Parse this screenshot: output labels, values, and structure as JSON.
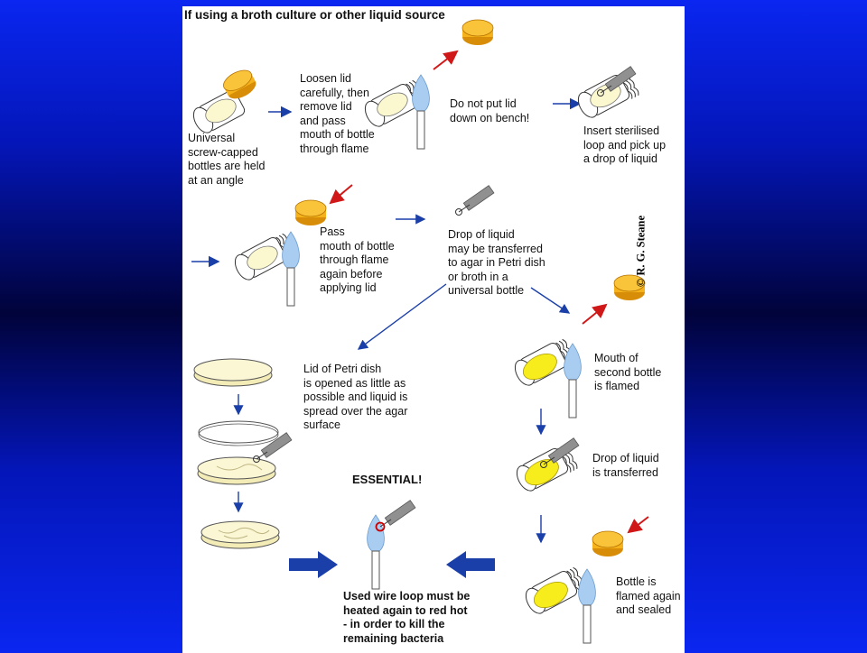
{
  "diagram": {
    "title": "If using a broth culture or other liquid source",
    "copyright": "© R. G. Steane",
    "colors": {
      "background_blue": "#0a26f0",
      "arrow_blue": "#1a3fa8",
      "arrow_red": "#d01818",
      "bottle_outline": "#333333",
      "pale_liquid": "#fbf8cf",
      "yellow_liquid": "#f7ec1c",
      "cap_orange": "#f5b21a",
      "flame_blue": "#a9cdf0",
      "loop_red": "#cc0000"
    },
    "labels": {
      "held_at_angle": "Universal\nscrew-capped\nbottles are held\nat an angle",
      "loosen_lid": "Loosen lid\ncarefully, then\nremove lid\nand pass\nmouth of bottle\nthrough flame",
      "do_not_put_lid": "Do not put lid\ndown on bench!",
      "insert_loop": "Insert sterilised\nloop and pick up\na drop of liquid",
      "pass_mouth": "Pass\nmouth of bottle\nthrough flame\nagain before\napplying lid",
      "drop_transferred_options": "Drop of liquid\nmay be transferred\nto agar in Petri dish\nor broth in a\nuniversal bottle",
      "petri_lid": "Lid of Petri dish\nis opened as little as\npossible and liquid is\nspread over the agar\nsurface",
      "mouth_second_bottle": "Mouth of\nsecond bottle\nis flamed",
      "drop_is_transferred": "Drop of liquid\nis transferred",
      "essential": "ESSENTIAL!",
      "flamed_and_sealed": "Bottle is\nflamed again\nand sealed",
      "used_loop": "Used wire loop must be\nheated again to red hot\n- in order to kill the\nremaining bacteria"
    }
  }
}
